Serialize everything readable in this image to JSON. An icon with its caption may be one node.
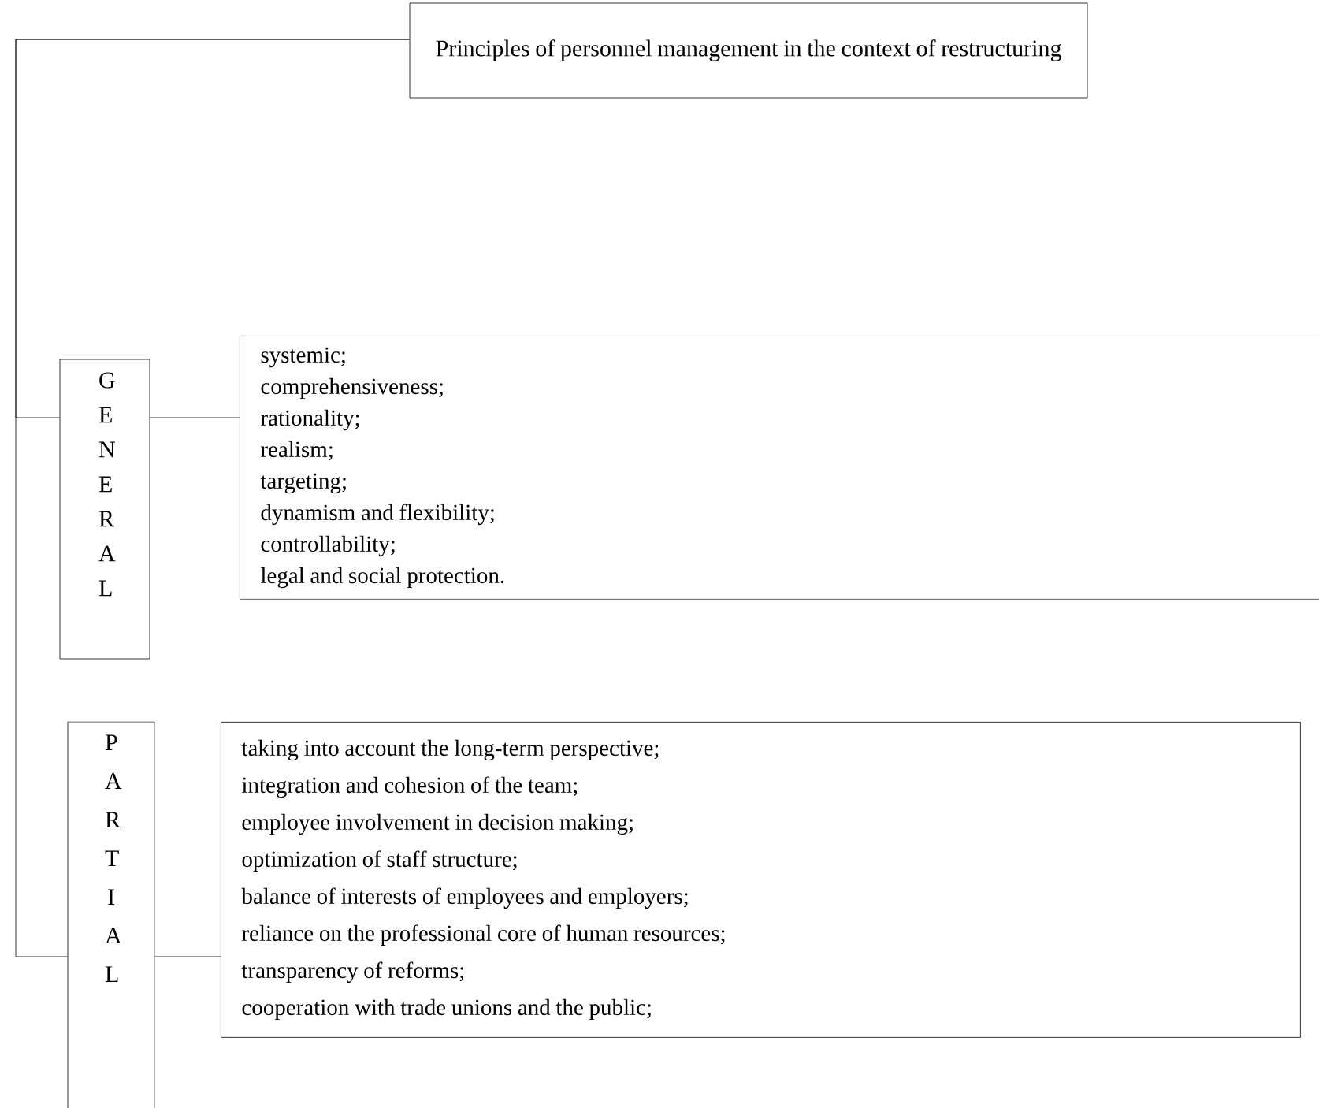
{
  "diagram": {
    "nodes": [
      {
        "text": [
          "Principles of personnel management in the context of restructuring"
        ]
      },
      {
        "text": [
          "G E N E R A L"
        ]
      },
      {
        "text": [
          "systemic;",
          "comprehensiveness;",
          "rationality;",
          "realism;",
          "targeting;",
          "dynamism and flexibility;",
          "controllability;",
          "legal and social protection."
        ]
      },
      {
        "text": [
          "P A R T I A L"
        ]
      },
      {
        "text": [
          "taking into account the long-term perspective;",
          "integration and cohesion of the team;",
          "employee involvement in decision making;",
          "optimization of staff structure;",
          "balance of interests of employees and employers;",
          "reliance on the professional core of human resources;",
          "transparency of reforms;",
          "cooperation with trade unions and the public;"
        ]
      }
    ],
    "edges": [
      {
        "from": 0,
        "to": 1,
        "arrow": "none"
      },
      {
        "from": 0,
        "to": 3,
        "arrow": "none"
      },
      {
        "from": 1,
        "to": 2,
        "arrow": "none"
      },
      {
        "from": 3,
        "to": 4,
        "arrow": "none"
      }
    ]
  }
}
